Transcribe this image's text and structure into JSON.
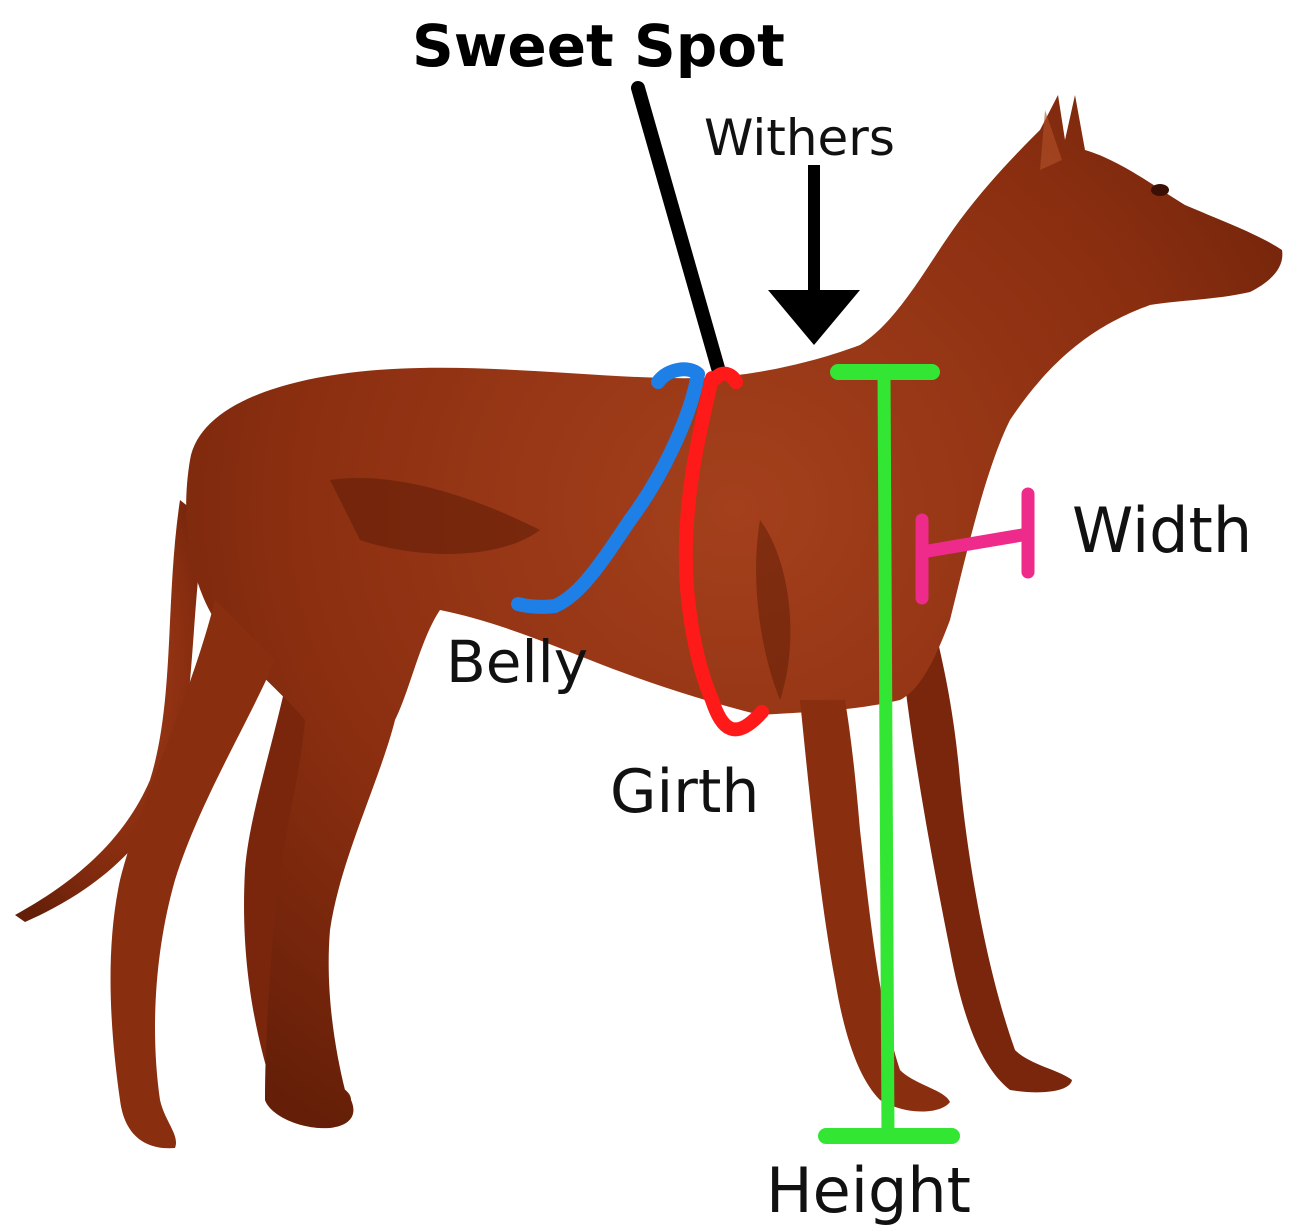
{
  "labels": {
    "sweet_spot": "Sweet Spot",
    "withers": "Withers",
    "width": "Width",
    "belly": "Belly",
    "girth": "Girth",
    "height": "Height"
  },
  "colors": {
    "background": "#ffffff",
    "dog_body": "#8a2e10",
    "dog_shadow": "#5e1c06",
    "dog_highlight": "#b4522a",
    "sweet_spot_pointer": "#000000",
    "withers_arrow": "#000000",
    "belly_line": "#1e7fe6",
    "girth_line": "#ff1a1a",
    "height_line": "#33e633",
    "width_line": "#ee2a8a",
    "text": "#111111"
  },
  "icons": {
    "dog": "dog-silhouette-icon",
    "withers_arrow": "arrow-down-icon"
  }
}
